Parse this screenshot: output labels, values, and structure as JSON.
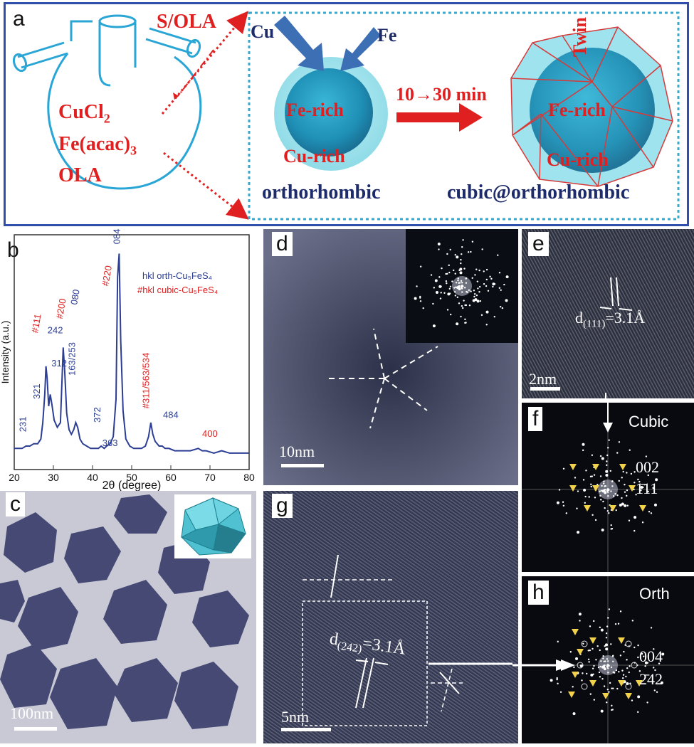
{
  "panel_a": {
    "label": "a",
    "reagents": {
      "line1": "CuCl",
      "line1_sub": "2",
      "line2": "Fe(acac)",
      "line2_sub": "3",
      "line3": "OLA"
    },
    "injection": "S/OLA",
    "arrow_cu": "Cu",
    "arrow_fe": "Fe",
    "core_left": "Fe-rich",
    "shell_left": "Cu-rich",
    "phase_left": "orthorhombic",
    "time_label": "10→30 min",
    "core_right": "Fe-rich",
    "shell_right": "Cu-rich",
    "twin": "Twin",
    "phase_right": "cubic@orthorhombic"
  },
  "panel_b": {
    "label": "b",
    "legend_orth": "hkl orth-Cu₅FeS₄",
    "legend_cubic": "#hkl cubic-Cu₅FeS₄",
    "peaks_orth": [
      "231",
      "321",
      "242",
      "312",
      "080",
      "163/253",
      "372",
      "363",
      "084",
      "484"
    ],
    "peaks_cubic": [
      "#111",
      "#200",
      "#220",
      "#311/563/534",
      "400"
    ]
  },
  "panel_c": {
    "label": "c",
    "scalebar": "100nm"
  },
  "panel_d": {
    "label": "d",
    "scalebar": "10nm"
  },
  "panel_e": {
    "label": "e",
    "spacing": "d",
    "spacing_sub": "(111)",
    "spacing_val": "=3.1Å",
    "scalebar": "2nm"
  },
  "panel_f": {
    "label": "f",
    "title": "Cubic",
    "spot1": "002",
    "spot2": "1̄11"
  },
  "panel_g": {
    "label": "g",
    "spacing": "d",
    "spacing_sub": "(242)",
    "spacing_val": "=3.1Å",
    "scalebar": "5nm"
  },
  "panel_h": {
    "label": "h",
    "title": "Orth",
    "spot1": "004",
    "spot2": "2̄42"
  },
  "chart_data": {
    "type": "line",
    "xlabel": "2θ (degree)",
    "ylabel": "Intensity (a.u.)",
    "xlim": [
      20,
      80
    ],
    "xticks": [
      "20",
      "30",
      "40",
      "50",
      "60",
      "70",
      "80"
    ],
    "series": [
      {
        "x": [
          20,
          21,
          22,
          23,
          24,
          25,
          26,
          26.8,
          27.3,
          27.8,
          28.1,
          28.4,
          28.8,
          29.2,
          29.6,
          30.2,
          31,
          31.8,
          32.2,
          32.5,
          32.9,
          33.4,
          34,
          34.6,
          35.2,
          35.7,
          36.2,
          36.8,
          37.5,
          38.5,
          39.5,
          40.5,
          41.5,
          42.2,
          43,
          43.6,
          44.5,
          45.3,
          46,
          46.4,
          46.8,
          47.2,
          47.8,
          48.5,
          49.5,
          50.5,
          51.5,
          52.5,
          53.5,
          54.3,
          54.9,
          55.4,
          56,
          57,
          57.8,
          58.5,
          59.5,
          61,
          63,
          65,
          67,
          68,
          69,
          71,
          73,
          75,
          77,
          79,
          80
        ],
        "y": [
          9,
          9,
          9,
          10,
          10,
          11,
          11,
          13,
          20,
          32,
          44,
          39,
          27,
          32,
          28,
          21,
          18,
          20,
          38,
          52,
          42,
          24,
          17,
          15,
          17,
          20,
          18,
          13,
          11,
          10,
          9,
          9,
          9,
          10,
          9,
          10,
          11,
          14,
          30,
          82,
          92,
          55,
          25,
          13,
          10,
          9,
          9,
          9,
          10,
          14,
          20,
          15,
          12,
          10,
          10,
          9,
          9,
          8,
          8,
          8,
          9,
          8,
          8,
          7,
          8,
          7,
          7,
          7,
          7
        ]
      }
    ]
  }
}
